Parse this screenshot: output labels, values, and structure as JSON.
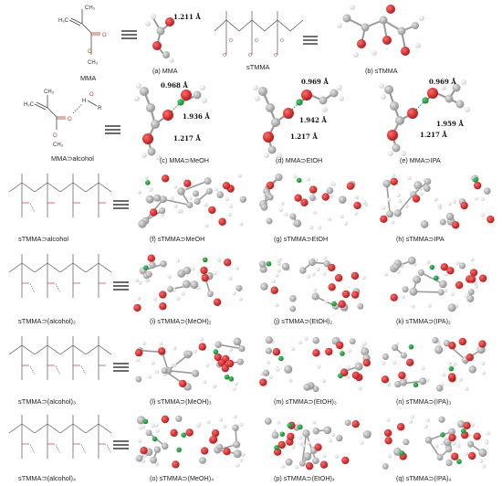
{
  "colors": {
    "carbon": "#a9a9a9",
    "oxygen": "#d81e1e",
    "hydrogen": "#eeeeee",
    "hbond_oxygen": "#1f8f3a",
    "bond": "#9a9a9a",
    "chem_line": "#444444",
    "chem_red": "#c0392b"
  },
  "row1": {
    "label_mma": "MMA",
    "label_stmma": "sTMMA",
    "cap_a": "(a) MMA",
    "cap_b": "(b) sTMMA",
    "dist_a": "1.211 Å"
  },
  "row2": {
    "label": "MMA⊃alcohol",
    "chem_r": "R",
    "chem_ho": "H",
    "chem_o": "O",
    "caps": [
      "(c) MMA⊃MeOH",
      "(d) MMA⊃EtOH",
      "(e) MMA⊃IPA"
    ],
    "dists_c": [
      "0.968 Å",
      "1.936 Å",
      "1.217 Å"
    ],
    "dists_d": [
      "0.969 Å",
      "1.942 Å",
      "1.217 Å"
    ],
    "dists_e": [
      "0.969 Å",
      "1.959 Å",
      "1.217 Å"
    ]
  },
  "row3": {
    "label": "sTMMA⊃alcohol",
    "caps": [
      "(f) sTMMA⊃MeOH",
      "(g) sTMMA⊃EtOH",
      "(h) sTMMA⊃IPA"
    ]
  },
  "row4": {
    "label": "sTMMA⊃(alcohol)₂",
    "caps": [
      "(i) sTMMA⊃(MeOH)₂",
      "(j) sTMMA⊃(EtOH)₂",
      "(k) sTMMA⊃(IPA)₂"
    ]
  },
  "row5": {
    "label": "sTMMA⊃(alcohol)₃",
    "caps": [
      "(l) sTMMA⊃(MeOH)₃",
      "(m) sTMMA⊃(EtOH)₃",
      "(n) sTMMA⊃(IPA)₃"
    ]
  },
  "row6": {
    "label": "sTMMA⊃(alcohol)₄",
    "caps": [
      "(o) sTMMA⊃(MeOH)₄",
      "(p) sTMMA⊃(EtOH)₄",
      "(q) sTMMA⊃(IPA)₄"
    ]
  }
}
